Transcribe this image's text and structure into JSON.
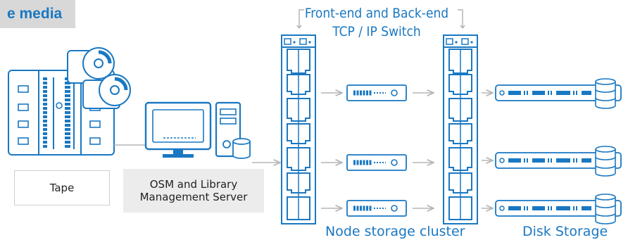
{
  "header": {
    "tab_label": "e media"
  },
  "diagram": {
    "switch_title_line1": "Front-end and Back-end",
    "switch_title_line2": "TCP / IP Switch",
    "tape_label": "Tape",
    "server_label_line1": "OSM and Library",
    "server_label_line2": "Management Server",
    "cluster_label": "Node storage cluster",
    "disk_label": "Disk Storage"
  },
  "colors": {
    "accent": "#1a78c2",
    "icon_stroke": "#1a78c2",
    "connector": "#b5b5b5",
    "label_bg": "#ececec",
    "tab_bg": "#d8d8d8"
  }
}
